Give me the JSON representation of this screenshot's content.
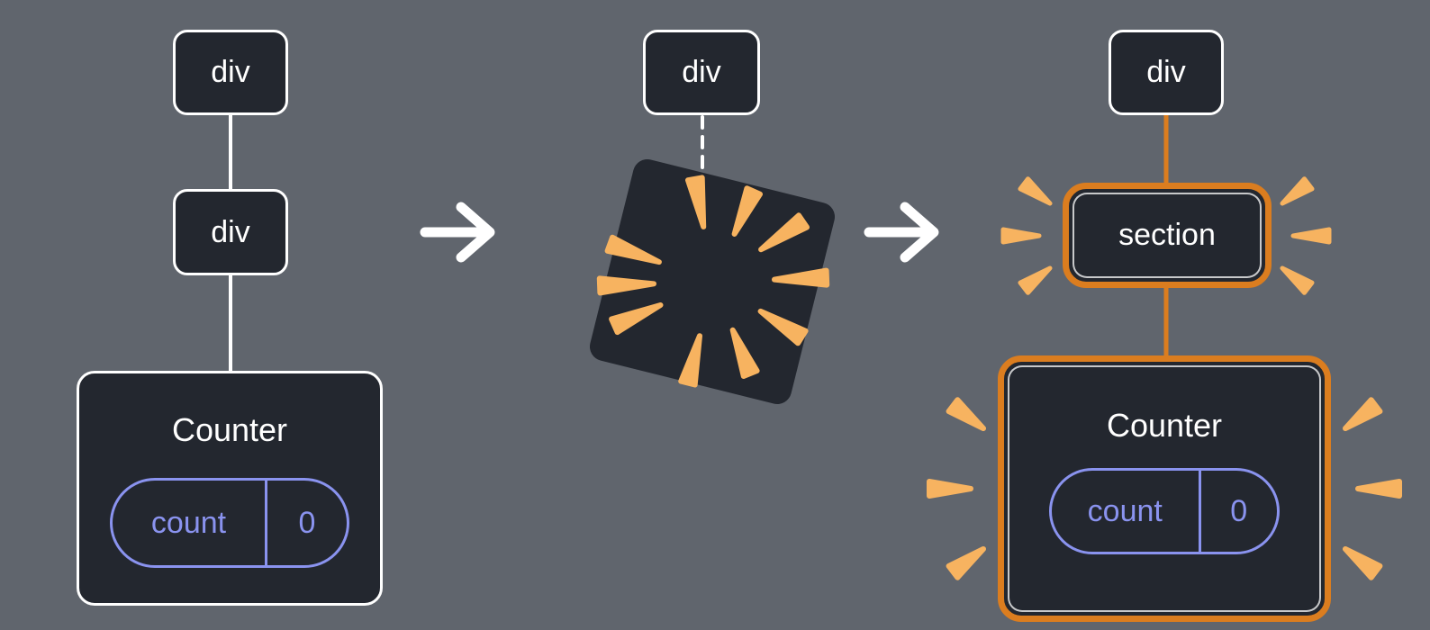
{
  "colors": {
    "background": "#60656D",
    "node_fill": "#23272F",
    "node_border": "#FFFFFF",
    "connector": "#FFFFFF",
    "highlight_orange": "#DB7D1F",
    "sparkle_orange": "#F7B360",
    "state_purple": "#8A93EF",
    "text": "#FFFFFF"
  },
  "icons": {
    "arrow_right": "arrow-right-icon",
    "poof": "poof-burst-icon",
    "sparkle": "sparkle-ray-icon"
  },
  "stage_before": {
    "root_label": "div",
    "child_label": "div",
    "component": {
      "name": "Counter",
      "state_key": "count",
      "state_value": "0"
    }
  },
  "stage_during": {
    "root_label": "div"
  },
  "stage_after": {
    "root_label": "div",
    "replacement_label": "section",
    "component": {
      "name": "Counter",
      "state_key": "count",
      "state_value": "0"
    }
  }
}
